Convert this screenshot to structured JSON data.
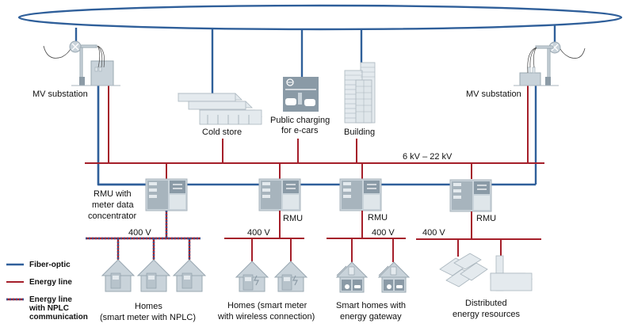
{
  "diagram": {
    "colors": {
      "fiber_optic": "#2f5f9a",
      "energy_line": "#a51f2a",
      "nplc_line": "#3d4f8a",
      "icon_fill": "#c9d3da",
      "icon_dark": "#8c9ba6"
    },
    "top": {
      "cold_store": "Cold store",
      "public_charging_line1": "Public charging",
      "public_charging_line2": "for e-cars",
      "building": "Building"
    },
    "substations": {
      "left": "MV substation",
      "right": "MV substation"
    },
    "bus_voltage": "6 kV – 22 kV",
    "rmus": {
      "rmu1_line1": "RMU with",
      "rmu1_line2": "meter data",
      "rmu1_line3": "concentrator",
      "rmu2": "RMU",
      "rmu3": "RMU",
      "rmu4": "RMU"
    },
    "low_voltage": {
      "lv1": "400 V",
      "lv2": "400 V",
      "lv3": "400 V",
      "lv4": "400 V"
    },
    "groups": {
      "g1_line1": "Homes",
      "g1_line2": "(smart meter with NPLC)",
      "g2_line1": "Homes (smart meter",
      "g2_line2": "with wireless connection)",
      "g3_line1": "Smart homes with",
      "g3_line2": "energy gateway",
      "g4_line1": "Distributed",
      "g4_line2": "energy resources"
    },
    "legend": {
      "fiber": "Fiber-optic",
      "energy": "Energy line",
      "nplc_line1": "Energy line",
      "nplc_line2": "with NPLC",
      "nplc_line3": "communication"
    }
  }
}
